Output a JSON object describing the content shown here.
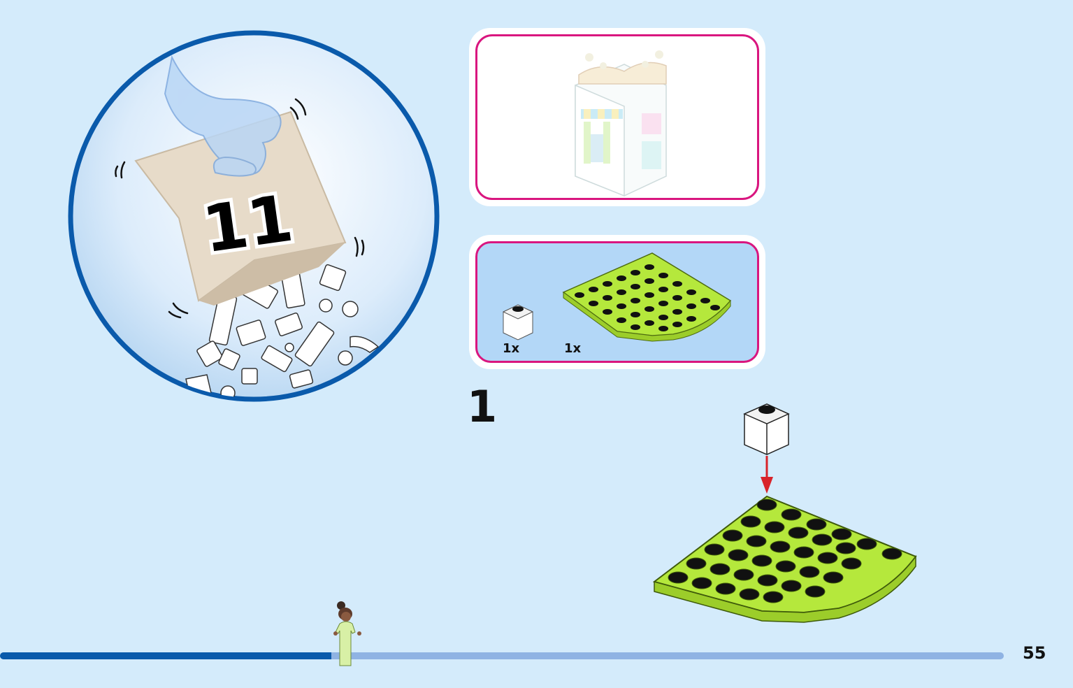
{
  "bag": {
    "number": "11"
  },
  "parts": [
    {
      "quantity": "1x",
      "part": "white-1x1-brick"
    },
    {
      "quantity": "1x",
      "part": "lime-quarter-round-plate"
    }
  ],
  "step": {
    "number": "1"
  },
  "page": {
    "number": "55"
  },
  "progress": {
    "fraction": 0.33
  },
  "colors": {
    "background": "#d4ebfb",
    "frame_border": "#d9167f",
    "parts_panel": "#b3d7f7",
    "circle_ring": "#0a5aab",
    "lime": "#b5e83c",
    "progress_done": "#0a5aab",
    "progress_track": "#8fb3e3"
  }
}
